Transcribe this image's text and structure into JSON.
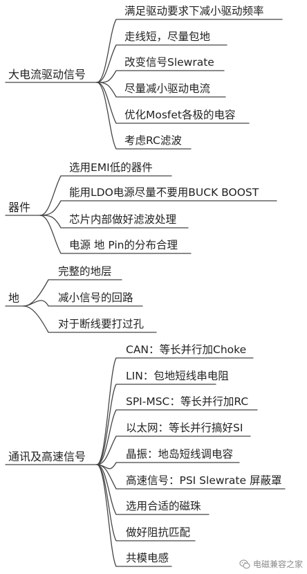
{
  "branches": [
    {
      "root": "大电流驱动信号",
      "leaves": [
        "满足驱动要求下减小驱动频率",
        "走线短，尽量包地",
        "改变信号Slewrate",
        "尽量减小驱动电流",
        "优化Mosfet各极的电容",
        "考虑RC滤波"
      ]
    },
    {
      "root": "器件",
      "leaves": [
        "选用EMI低的器件",
        "能用LDO电源尽量不要用BUCK BOOST",
        "芯片内部做好滤波处理",
        "电源 地 Pin的分布合理"
      ]
    },
    {
      "root": "地",
      "leaves": [
        "完整的地层",
        "减小信号的回路",
        "对于断线要打过孔"
      ]
    },
    {
      "root": "通讯及高速信号",
      "leaves": [
        "CAN：等长并行加Choke",
        "LIN：包地短线串电阻",
        "SPI-MSC：等长并行加RC",
        "以太网：等长并行搞好SI",
        "晶振：地岛短线调电容",
        "高速信号：PSI Slewrate 屏蔽罩",
        "选用合适的磁珠",
        "做好阻抗匹配",
        "共模电感"
      ]
    }
  ],
  "watermark": {
    "text": "电磁兼容之家",
    "icon": "wechat-icon"
  }
}
